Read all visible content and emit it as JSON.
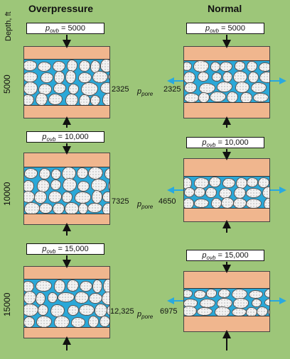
{
  "headers": {
    "left": "Overpressure",
    "right": "Normal"
  },
  "axis": {
    "depth_label": "Depth, ft"
  },
  "rows": [
    {
      "depth": "5000",
      "ovb_left": "5000",
      "ovb_right": "5000",
      "pore_left": "2325",
      "pore_right": "2325"
    },
    {
      "depth": "10000",
      "ovb_left": "10,000",
      "ovb_right": "10,000",
      "pore_left": "7325",
      "pore_right": "4650"
    },
    {
      "depth": "15000",
      "ovb_left": "15,000",
      "ovb_right": "15,000",
      "pore_left": "12,325",
      "pore_right": "6975"
    }
  ],
  "symbols": {
    "p": "p",
    "ovb": "ovb",
    "eq": " = ",
    "pore": "pore"
  },
  "colors": {
    "background": "#9dc679",
    "shale": "#f0b68e",
    "water": "#2aa8d8",
    "grain": "#f2f2f2"
  }
}
